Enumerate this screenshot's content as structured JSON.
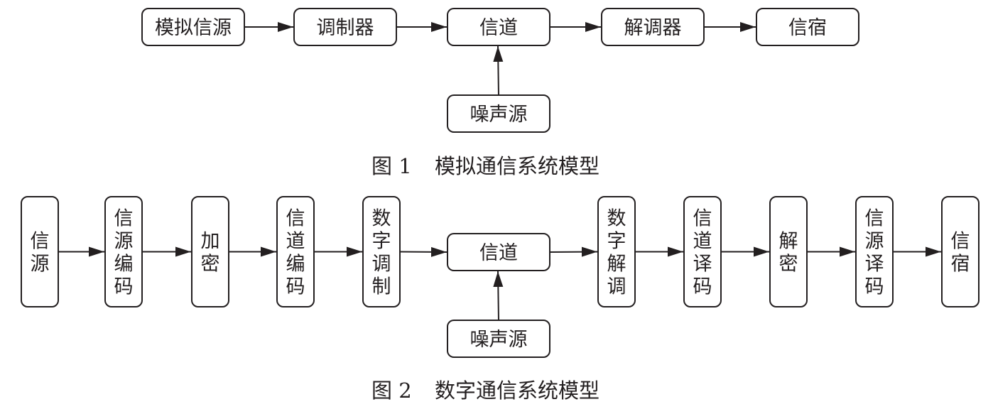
{
  "figure1": {
    "caption_number": "图 1",
    "caption_title": "模拟通信系统模型",
    "nodes": [
      {
        "id": "analog-source",
        "label": "模拟信源"
      },
      {
        "id": "modulator",
        "label": "调制器"
      },
      {
        "id": "channel",
        "label": "信道"
      },
      {
        "id": "demodulator",
        "label": "解调器"
      },
      {
        "id": "sink",
        "label": "信宿"
      },
      {
        "id": "noise-source",
        "label": "噪声源"
      }
    ],
    "edges": [
      {
        "from": "analog-source",
        "to": "modulator"
      },
      {
        "from": "modulator",
        "to": "channel"
      },
      {
        "from": "channel",
        "to": "demodulator"
      },
      {
        "from": "demodulator",
        "to": "sink"
      },
      {
        "from": "noise-source",
        "to": "channel"
      }
    ]
  },
  "figure2": {
    "caption_number": "图 2",
    "caption_title": "数字通信系统模型",
    "nodes": [
      {
        "id": "source",
        "label": "信源"
      },
      {
        "id": "source-encoding",
        "label": "信源编码"
      },
      {
        "id": "encryption",
        "label": "加密"
      },
      {
        "id": "channel-encoding",
        "label": "信道编码"
      },
      {
        "id": "digital-modulation",
        "label": "数字调制"
      },
      {
        "id": "channel",
        "label": "信道"
      },
      {
        "id": "digital-demodulation",
        "label": "数字解调"
      },
      {
        "id": "channel-decoding",
        "label": "信道译码"
      },
      {
        "id": "decryption",
        "label": "解密"
      },
      {
        "id": "source-decoding",
        "label": "信源译码"
      },
      {
        "id": "sink",
        "label": "信宿"
      },
      {
        "id": "noise-source",
        "label": "噪声源"
      }
    ],
    "edges": [
      {
        "from": "source",
        "to": "source-encoding"
      },
      {
        "from": "source-encoding",
        "to": "encryption"
      },
      {
        "from": "encryption",
        "to": "channel-encoding"
      },
      {
        "from": "channel-encoding",
        "to": "digital-modulation"
      },
      {
        "from": "digital-modulation",
        "to": "channel"
      },
      {
        "from": "channel",
        "to": "digital-demodulation"
      },
      {
        "from": "digital-demodulation",
        "to": "channel-decoding"
      },
      {
        "from": "channel-decoding",
        "to": "decryption"
      },
      {
        "from": "decryption",
        "to": "source-decoding"
      },
      {
        "from": "source-decoding",
        "to": "sink"
      },
      {
        "from": "noise-source",
        "to": "channel"
      }
    ]
  }
}
